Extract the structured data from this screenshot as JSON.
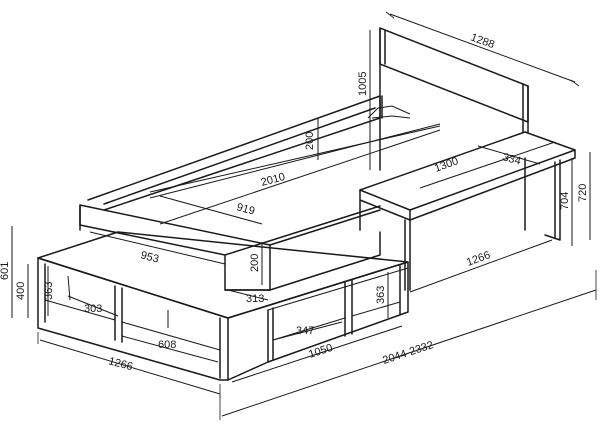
{
  "dimensions": {
    "headboard_width": "1288",
    "headboard_height": "1005",
    "bed_length": "2010",
    "rail_height": "200",
    "footboard_height": "200",
    "mattress_width": "919",
    "front_width": "953",
    "step_depth": "313",
    "desk_length": "1300",
    "desk_depth": "334",
    "desk_height": "720",
    "desk_total_height": "704",
    "desk_underside": "1266",
    "bench_height_inner": "363",
    "bench_height_right": "363",
    "total_height": "601",
    "bench_height": "400",
    "shelf_depth": "303",
    "shelf_width": "608",
    "shelf_middle": "347",
    "front_length": "1266",
    "middle_length": "1050",
    "total_length": "2044-2332"
  }
}
